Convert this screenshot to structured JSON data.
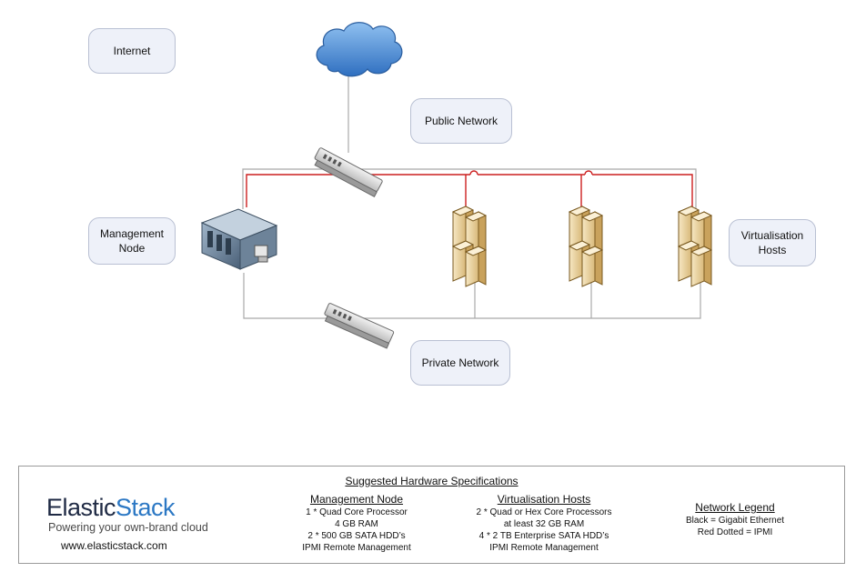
{
  "labels": {
    "internet": "Internet",
    "public_network": "Public Network",
    "management_node": "Management\nNode",
    "virtualisation_hosts": "Virtualisation\nHosts",
    "private_network": "Private Network"
  },
  "footer": {
    "title": "Suggested Hardware Specifications",
    "logo_part1": "Elastic",
    "logo_part2": "Stack",
    "tagline": "Powering your own-brand cloud",
    "website": "www.elasticstack.com",
    "management": {
      "heading": "Management Node",
      "lines": [
        "1 * Quad Core Processor",
        "4 GB RAM",
        "2 * 500 GB SATA HDD’s",
        "IPMI Remote Management"
      ]
    },
    "virtualisation": {
      "heading": "Virtualisation Hosts",
      "lines": [
        "2 * Quad or Hex Core Processors",
        "at least 32 GB RAM",
        "4 * 2 TB Enterprise SATA HDD’s",
        "IPMI Remote Management"
      ]
    },
    "legend": {
      "heading": "Network Legend",
      "lines": [
        "Black = Gigabit Ethernet",
        "Red Dotted = IPMI"
      ]
    }
  },
  "colors": {
    "ipmi_line": "#cc1f1f",
    "ethernet_line": "#a9a9a9",
    "logo_blue": "#2c78c4",
    "logo_dark": "#1f2a44",
    "cloud": "#3f86d6"
  },
  "icons": [
    "cloud-icon",
    "switch-icon",
    "management-server-icon",
    "server-tower-icon"
  ]
}
